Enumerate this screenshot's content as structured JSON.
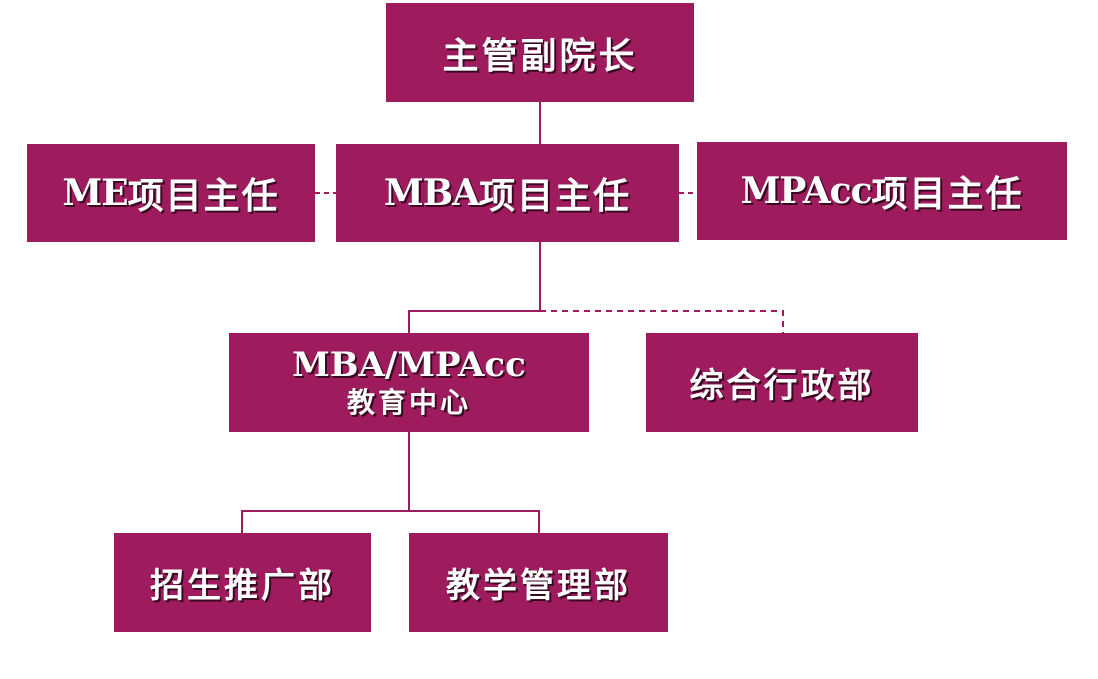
{
  "nodes": {
    "vice_dean": "主管副院长",
    "me_director": {
      "latin": "ME",
      "cjk": "项目主任"
    },
    "mba_director": {
      "latin": "MBA",
      "cjk": "项目主任"
    },
    "mpacc_director": {
      "latin": "MPAcc",
      "cjk": "项目主任"
    },
    "education_center": {
      "line1": "MBA/MPAcc",
      "line2": "教育中心"
    },
    "admin_dept": "综合行政部",
    "enrollment_dept": "招生推广部",
    "teaching_dept": "教学管理部"
  },
  "colors": {
    "box_fill": "#9e1c5e",
    "connector": "#9e1c5e",
    "text": "#ffffff"
  }
}
